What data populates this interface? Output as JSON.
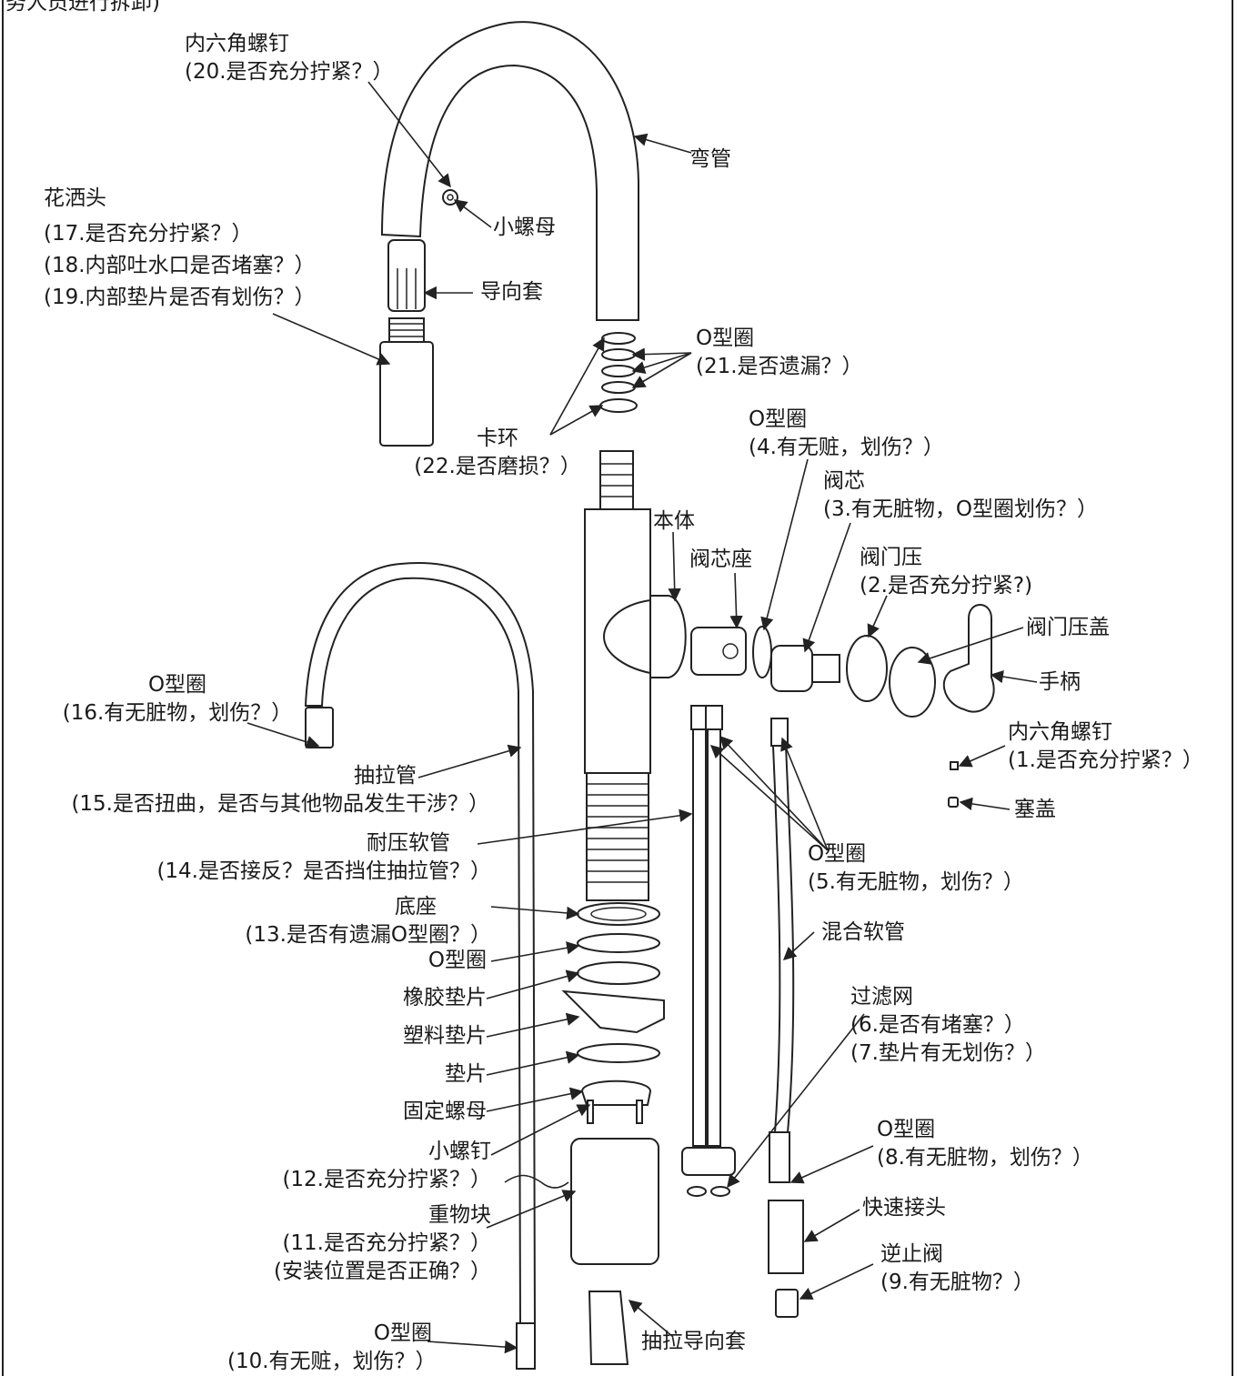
{
  "header_fragment": "务人员进行拆卸)",
  "labels": {
    "hex_screw_top": [
      "内六角螺钉",
      "(20.是否充分拧紧？）"
    ],
    "spout": [
      "弯管"
    ],
    "small_nut": [
      "小螺母"
    ],
    "spray_head": [
      "花洒头",
      "(17.是否充分拧紧？）",
      "(18.内部吐水口是否堵塞？）",
      "(19.内部垫片是否有划伤？）"
    ],
    "guide_sleeve": [
      "导向套"
    ],
    "oring_21": [
      "O型圈",
      "(21.是否遗漏？）"
    ],
    "clip_ring": [
      "卡环",
      "(22.是否磨损？）"
    ],
    "oring_4": [
      "O型圈",
      "(4.有无赃，划伤？）"
    ],
    "valve_core": [
      "阀芯",
      "(3.有无脏物，O型圈划伤？）"
    ],
    "body": [
      "本体"
    ],
    "valve_seat": [
      "阀芯座"
    ],
    "valve_press": [
      "阀门压",
      "(2.是否充分拧紧?)"
    ],
    "valve_cover": [
      "阀门压盖"
    ],
    "handle": [
      "手柄"
    ],
    "hex_screw_1": [
      "内六角螺钉",
      "(1.是否充分拧紧？）"
    ],
    "plug_cap": [
      "塞盖"
    ],
    "oring_16": [
      "O型圈",
      "(16.有无脏物，划伤？）"
    ],
    "pull_hose": [
      "抽拉管",
      "(15.是否扭曲，是否与其他物品发生干涉？）"
    ],
    "pressure_hose": [
      "耐压软管",
      "(14.是否接反？是否挡住抽拉管？）"
    ],
    "oring_5": [
      "O型圈",
      "(5.有无脏物，划伤？）"
    ],
    "base": [
      "底座",
      "(13.是否有遗漏O型圈？）"
    ],
    "oring_plain": [
      "O型圈"
    ],
    "rubber_gasket": [
      "橡胶垫片"
    ],
    "plastic_gasket": [
      "塑料垫片"
    ],
    "gasket": [
      "垫片"
    ],
    "fixing_nut": [
      "固定螺母"
    ],
    "small_screw": [
      "小螺钉",
      "(12.是否充分拧紧？）"
    ],
    "weight": [
      "重物块",
      "(11.是否充分拧紧？）",
      "(安装位置是否正确？）"
    ],
    "oring_10": [
      "O型圈",
      "(10.有无赃，划伤？）"
    ],
    "mix_hose": [
      "混合软管"
    ],
    "filter": [
      "过滤网",
      "(6.是否有堵塞？）",
      "(7.垫片有无划伤？）"
    ],
    "oring_8": [
      "O型圈",
      "(8.有无脏物，划伤？）"
    ],
    "quick_connector": [
      "快速接头"
    ],
    "check_valve": [
      "逆止阀",
      "(9.有无脏物？）"
    ],
    "pull_guide_sleeve": [
      "抽拉导向套"
    ]
  }
}
